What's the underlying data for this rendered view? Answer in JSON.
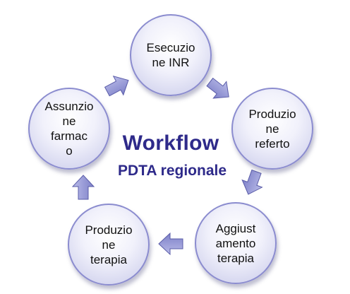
{
  "title": "Workflow",
  "subtitle": "PDTA regionale",
  "nodes": [
    {
      "id": "esecuzione-inr",
      "text": "Esecuzio\nne INR"
    },
    {
      "id": "produzione-referto",
      "text": "Produzio\nne\nreferto"
    },
    {
      "id": "aggiustamento-terapia",
      "text": "Aggiust\namento\nterapia"
    },
    {
      "id": "produzione-terapia",
      "text": "Produzio\nne\nterapia"
    },
    {
      "id": "assunzione-farmaco",
      "text": "Assunzio\nne\nfarmac\no"
    }
  ],
  "colors": {
    "title": "#2e2a8a",
    "node_border": "#8b8ccf",
    "arrow_fill": "#8e90d4",
    "arrow_stroke": "#5a5ca8"
  },
  "arrow_icon": "block-arrow-icon"
}
